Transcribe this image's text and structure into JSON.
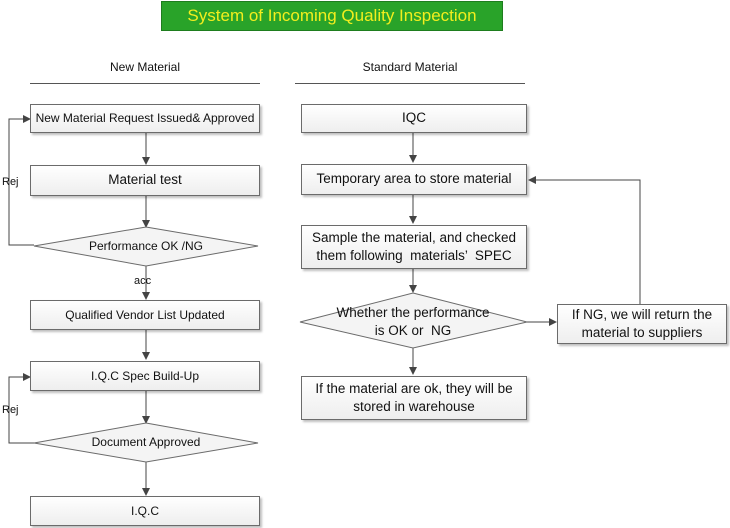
{
  "title": "System of Incoming Quality Inspection",
  "columns": {
    "left": "New Material",
    "right": "Standard Material"
  },
  "left_flow": {
    "request": "New Material Request Issued& Approved",
    "material_test": "Material test",
    "performance_decision": "Performance OK /NG",
    "qvl_updated": "Qualified Vendor List Updated",
    "iqc_spec": "I.Q.C Spec Build-Up",
    "document_decision": "Document Approved",
    "iqc": "I.Q.C",
    "rej_label_1": "Rej",
    "acc_label": "acc",
    "rej_label_2": "Rej"
  },
  "right_flow": {
    "iqc": "IQC",
    "temporary_area": "Temporary area to store material",
    "sample_line1": "Sample the material, and checked",
    "sample_line2": "them following  materials’  SPEC",
    "performance_line1": "Whether the performance",
    "performance_line2": "is OK or  NG",
    "ok_line1": "If the material are ok, they will be",
    "ok_line2": "stored in warehouse",
    "ng_line1": "If NG, we will return the",
    "ng_line2": "material to suppliers"
  },
  "colors": {
    "banner_bg": "#29a329",
    "banner_text": "#f2ee1e",
    "shape_border": "#6b6b6b",
    "connector": "#444444"
  }
}
